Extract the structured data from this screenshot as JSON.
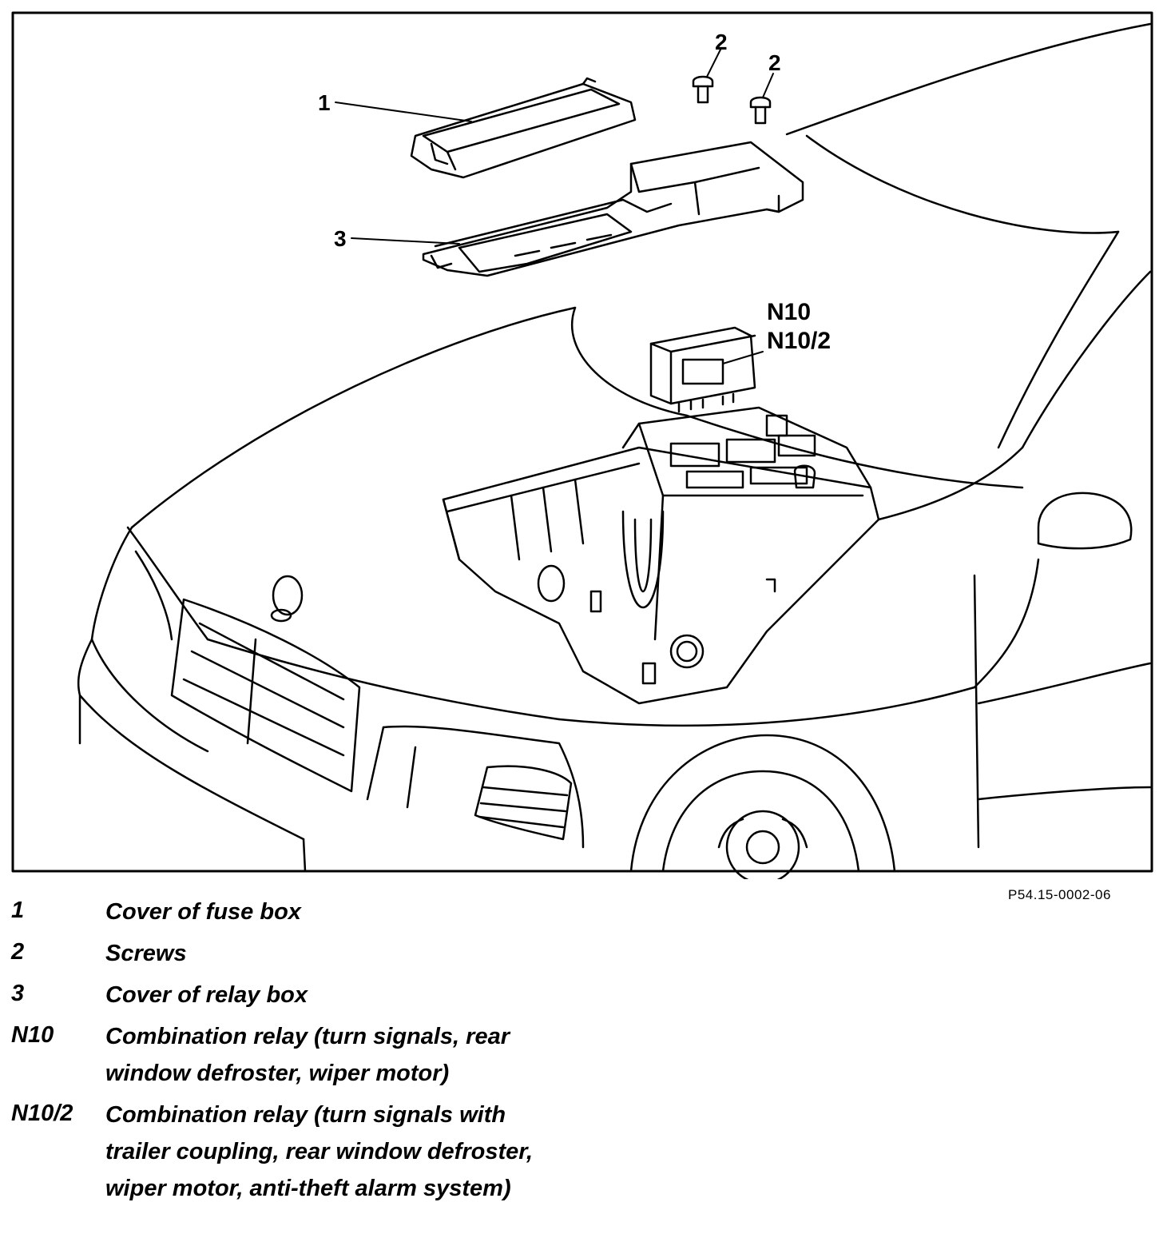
{
  "figure": {
    "callouts": {
      "c1": "1",
      "c2a": "2",
      "c2b": "2",
      "c3": "3",
      "n10": "N10",
      "n10_2": "N10/2"
    },
    "reference_code": "P54.15-0002-06"
  },
  "legend": [
    {
      "key": "1",
      "text": "Cover of fuse box"
    },
    {
      "key": "2",
      "text": "Screws"
    },
    {
      "key": "3",
      "text": "Cover of relay box"
    },
    {
      "key": "N10",
      "text": "Combination relay (turn signals, rear window defroster, wiper motor)"
    },
    {
      "key": "N10/2",
      "text": "Combination relay (turn signals with trailer coupling, rear window defroster, wiper motor, anti-theft alarm system)"
    }
  ]
}
